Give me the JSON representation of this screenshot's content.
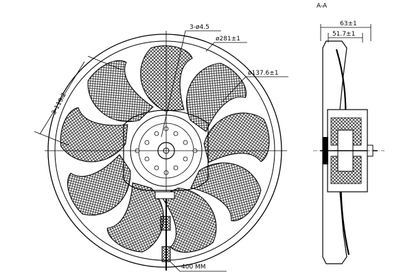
{
  "drawing": {
    "section_label": "A-A",
    "dims": {
      "holes": "3-ø4.5",
      "outer_diameter": "ø281±1",
      "inner_diameter": "ø137.6±1",
      "bolt_circle": "3-119.2",
      "cable_length": "400 MM",
      "depth_total": "63±1",
      "depth_body": "51.7±1"
    }
  }
}
